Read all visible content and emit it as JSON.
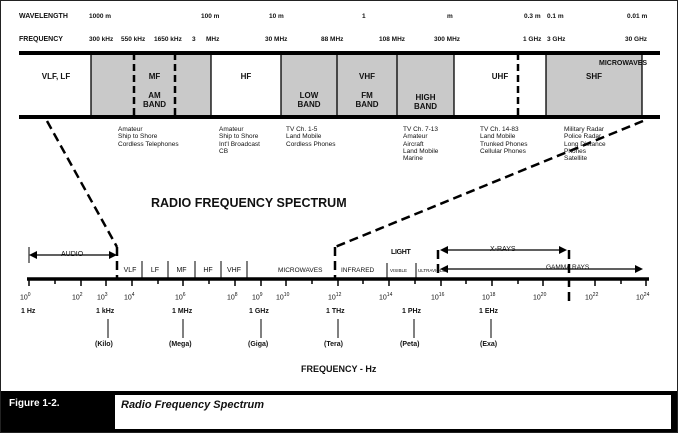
{
  "rows": {
    "wavelength_label": "WAVELENGTH",
    "frequency_label": "FREQUENCY"
  },
  "wavelengths": [
    "1000 m",
    "100 m",
    "10 m",
    "1",
    "m",
    "0.3 m",
    "0.1 m",
    "0.01 m"
  ],
  "frequencies": [
    "300 kHz",
    "550 kHz",
    "1650 kHz",
    "3",
    "MHz",
    "30 MHz",
    "88 MHz",
    "108 MHz",
    "300 MHz",
    "1 GHz",
    "3 GHz",
    "30 GHz"
  ],
  "bands": {
    "vlf_lf": "VLF, LF",
    "mf": "MF",
    "am_band_1": "AM",
    "am_band_2": "BAND",
    "hf": "HF",
    "low_band_1": "LOW",
    "low_band_2": "BAND",
    "vhf": "VHF",
    "fm_band_1": "FM",
    "fm_band_2": "BAND",
    "high_band_1": "HIGH",
    "high_band_2": "BAND",
    "uhf": "UHF",
    "shf": "SHF",
    "microwaves": "MICROWAVES"
  },
  "uses": {
    "mf": [
      "Amateur",
      "Ship to Shore",
      "Cordless Telephones"
    ],
    "hf": [
      "Amateur",
      "Ship to Shore",
      "Int'l Broadcast",
      "CB"
    ],
    "low": [
      "TV Ch. 1-5",
      "Land Mobile",
      "Cordless Phones"
    ],
    "high": [
      "TV Ch. 7-13",
      "Amateur",
      "Aircraft",
      "Land Mobile",
      "Marine"
    ],
    "uhf": [
      "TV Ch. 14-83",
      "Land Mobile",
      "Trunked Phones",
      "Cellular Phones"
    ],
    "shf": [
      "Military Radar",
      "Police Radar",
      "Long Distance",
      "Phones",
      "Satellite"
    ]
  },
  "title": "RADIO FREQUENCY SPECTRUM",
  "spectrum": {
    "audio": "AUDIO",
    "light": "LIGHT",
    "xrays": "X-RAYS",
    "gamma": "GAMMA RAYS",
    "vlf": "VLF",
    "lf": "LF",
    "mf": "MF",
    "hf": "HF",
    "vhf": "VHF",
    "microwaves": "MICROWAVES",
    "infrared": "INFRARED",
    "visible": "VISIBLE",
    "ultraviolet": "ULTRAVIOLET"
  },
  "axis": {
    "exponents": [
      {
        "base": "10",
        "exp": "0"
      },
      {
        "base": "10",
        "exp": "2"
      },
      {
        "base": "10",
        "exp": "3"
      },
      {
        "base": "10",
        "exp": "4"
      },
      {
        "base": "10",
        "exp": "6"
      },
      {
        "base": "10",
        "exp": "8"
      },
      {
        "base": "10",
        "exp": "9"
      },
      {
        "base": "10",
        "exp": "10"
      },
      {
        "base": "10",
        "exp": "12"
      },
      {
        "base": "10",
        "exp": "14"
      },
      {
        "base": "10",
        "exp": "16"
      },
      {
        "base": "10",
        "exp": "18"
      },
      {
        "base": "10",
        "exp": "20"
      },
      {
        "base": "10",
        "exp": "22"
      },
      {
        "base": "10",
        "exp": "24"
      }
    ],
    "units": [
      "1 Hz",
      "1 kHz",
      "1 MHz",
      "1 GHz",
      "1 THz",
      "1 PHz",
      "1 EHz"
    ],
    "prefixes": [
      "(Kilo)",
      "(Mega)",
      "(Giga)",
      "(Tera)",
      "(Peta)",
      "(Exa)"
    ],
    "label": "FREQUENCY - Hz"
  },
  "caption": {
    "figure": "Figure 1-2.",
    "title": "Radio Frequency Spectrum"
  }
}
